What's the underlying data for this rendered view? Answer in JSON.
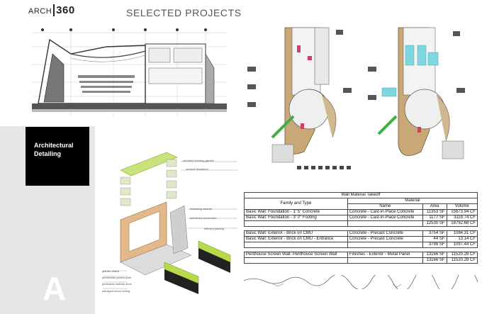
{
  "brand": {
    "prefix": "ARCH",
    "mark": "360"
  },
  "header": {
    "title": "SELECTED PROJECTS"
  },
  "sidebar": {
    "section_label": "Architectural Detailing",
    "letter": "A"
  },
  "detail_callouts": [
    "elevated learning garden",
    "vertical circulation",
    "insulating cabinet",
    "storefront connection",
    "efficient parking",
    "planter drains",
    "permeable pavers path",
    "pedestrian activity deck",
    "salvaged wood ceiling"
  ],
  "takeoff": {
    "title": "Wall Material Takeoff",
    "group_header": "Material",
    "columns": [
      "Family and Type",
      "Name",
      "Area",
      "Volume"
    ],
    "rows": [
      {
        "type": "row",
        "family": "Basic Wall: Foundation - 1' 5\" Concrete",
        "name": "Concrete - Cast-in-Place Concrete",
        "area": "11353 SF",
        "volume": "15673.94 CF"
      },
      {
        "type": "row",
        "family": "Basic Wall: Foundation - 3' 0\" Footing",
        "name": "Concrete - Cast-in-Place Concrete",
        "area": "1177 SF",
        "volume": "3118.74 CF"
      },
      {
        "type": "total",
        "family": "",
        "name": "",
        "area": "12530 SF",
        "volume": "18792.68 CF"
      },
      {
        "type": "gap"
      },
      {
        "type": "row",
        "family": "Basic Wall: Exterior - Brick on CMU",
        "name": "Concrete - Precast Concrete",
        "area": "3754 SF",
        "volume": "1084.31 CF"
      },
      {
        "type": "row",
        "family": "Basic Wall: Exterior - Brick on CMU - Entrance",
        "name": "Concrete - Precast Concrete",
        "area": "44 SF",
        "volume": "13.14 CF"
      },
      {
        "type": "total",
        "family": "",
        "name": "",
        "area": "3798 SF",
        "volume": "1097.44 CF"
      },
      {
        "type": "gap"
      },
      {
        "type": "row",
        "family": "Penthouse Screen Wall: Penthouse Screen Wall",
        "name": "Finishes - Exterior - Metal Panel",
        "area": "13166 SF",
        "volume": "11520.28 CF"
      },
      {
        "type": "total",
        "family": "",
        "name": "",
        "area": "13166 SF",
        "volume": "11520.28 CF"
      }
    ]
  },
  "colors": {
    "accent_green": "#b8d94a",
    "wood": "#d9a877",
    "cyan": "#7fd6e0",
    "black": "#000000",
    "panel_gray": "#e6e6e6"
  }
}
